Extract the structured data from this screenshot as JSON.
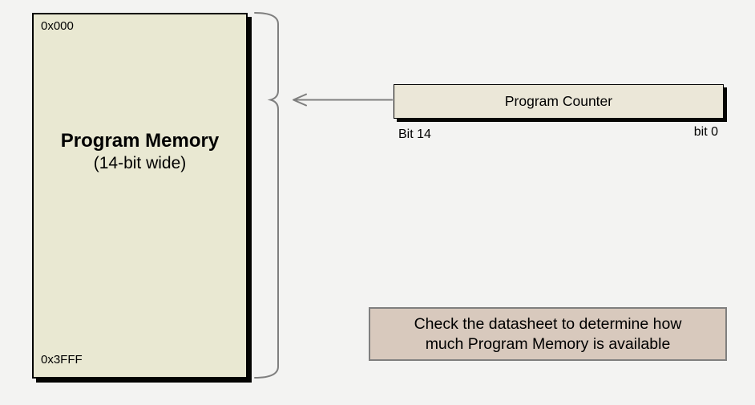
{
  "diagram": {
    "program_memory": {
      "address_top": "0x000",
      "address_bottom": "0x3FFF",
      "title": "Program Memory",
      "subtitle": "(14-bit wide)"
    },
    "program_counter": {
      "label": "Program Counter",
      "bit_msb": "Bit 14",
      "bit_lsb": "bit 0"
    },
    "note": {
      "line1": "Check the datasheet to determine how",
      "line2": "much Program Memory is available"
    },
    "colors": {
      "background": "#f3f3f2",
      "memory_fill": "#e9e8d2",
      "counter_fill": "#ebe7d8",
      "note_fill": "#d8c9bd",
      "note_border": "#7f7f7f",
      "connector": "#7f7f7f",
      "box_border": "#000000",
      "shadow": "#000000"
    }
  }
}
